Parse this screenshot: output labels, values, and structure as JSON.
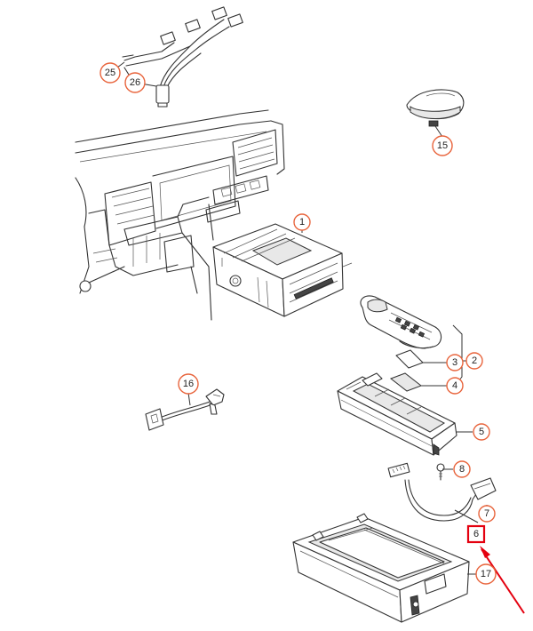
{
  "callouts": {
    "c1": "1",
    "c2": "2",
    "c3": "3",
    "c4": "4",
    "c5": "5",
    "c6": "6",
    "c7": "7",
    "c8": "8",
    "c15": "15",
    "c16": "16",
    "c17": "17",
    "c25": "25",
    "c26": "26"
  },
  "colors": {
    "callout_ring": "#e8643c",
    "highlight": "#e4000f",
    "line": "#333333"
  }
}
